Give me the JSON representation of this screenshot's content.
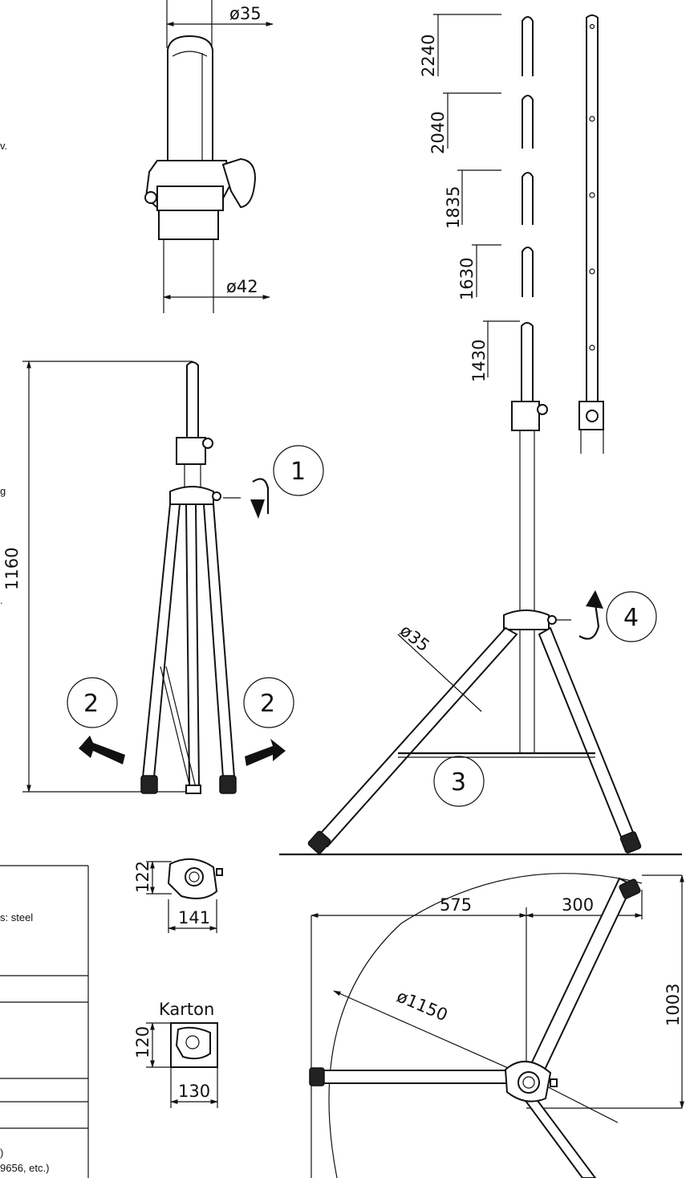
{
  "dimensions": {
    "top_diameter": "ø35",
    "bottom_diameter": "ø42",
    "heights": [
      "2240",
      "2040",
      "1835",
      "1630",
      "1430"
    ],
    "folded_height": "1160",
    "leg_diameter": "ø35",
    "footprint_diameter": "ø1150",
    "span_left": "575",
    "span_right": "300",
    "depth": "1003",
    "head_height": "122",
    "head_width": "141",
    "carton_height": "120",
    "carton_width": "130"
  },
  "labels": {
    "karton": "Karton",
    "step_1": "1",
    "step_2a": "2",
    "step_2b": "2",
    "step_3": "3",
    "step_4": "4"
  },
  "fragments": {
    "left_1": "v.",
    "left_2": "g",
    "left_3": ".",
    "table_1": "s: steel",
    "table_2": ")",
    "table_3": "9656, etc.)"
  }
}
